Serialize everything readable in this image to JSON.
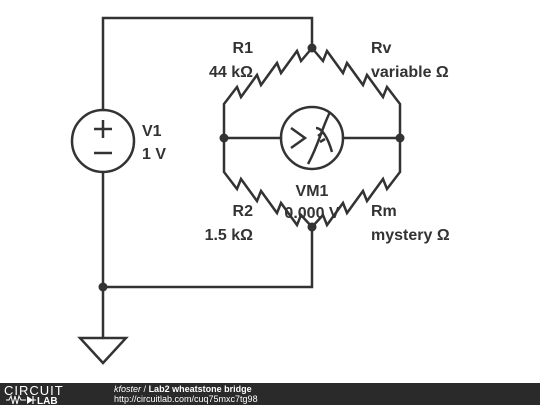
{
  "components": {
    "source": {
      "name": "V1",
      "value": "1 V"
    },
    "r1": {
      "name": "R1",
      "value": "44 kΩ"
    },
    "rv": {
      "name": "Rv",
      "value": "variable Ω"
    },
    "r2": {
      "name": "R2",
      "value": "1.5 kΩ"
    },
    "rm": {
      "name": "Rm",
      "value": "mystery Ω"
    },
    "meter": {
      "name": "VM1",
      "value": "0.000 V"
    }
  },
  "footer": {
    "logo_top": "CIRCUIT",
    "logo_bottom": "LAB",
    "author": "kfoster",
    "separator": "/",
    "title": "Lab2 wheatstone bridge",
    "url": "http://circuitlab.com/cuq75mxc7tg98"
  },
  "colors": {
    "wire": "#333333",
    "node": "#333333",
    "footer_bg": "#2a2a2a",
    "footer_text": "#ffffff"
  }
}
